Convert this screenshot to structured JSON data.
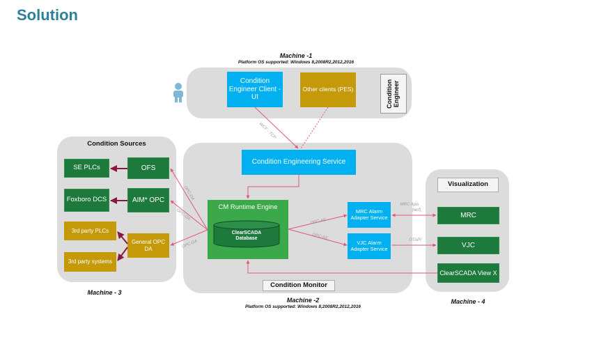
{
  "title": "Solution",
  "machine1": {
    "label": "Machine -1",
    "os_note": "Platform OS supported: Windows 8,2008R2,2012,2016",
    "client_ui": "Condition Engineer Client - UI",
    "other_clients": "Other clients (PES)",
    "side_label": "Condition Engineer"
  },
  "machine2": {
    "label": "Machine -2",
    "os_note": "Platform OS supported: Windows 8,2008R2,2012,2016",
    "panel_title": "Condition Monitor",
    "ces": "Condition Engineering Service",
    "runtime": "CM Runtime Engine",
    "database": "ClearSCADA Database",
    "mrc_adapter": "MRC Alarm Adapter Service",
    "vjc_adapter": "VJC Alarm Adapter Service"
  },
  "machine3": {
    "label": "Machine - 3",
    "panel_title": "Condition Sources",
    "se_plcs": "SE PLCs",
    "ofs": "OFS",
    "foxboro": "Foxboro DCS",
    "aim_opc": "AIM* OPC",
    "third_plcs": "3rd party PLCs",
    "third_systems": "3rd party systems",
    "general_opc": "General OPC DA"
  },
  "machine4": {
    "label": "Machine - 4",
    "panel_title": "Visualization",
    "mrc": "MRC",
    "vjc": "VJC",
    "clearscada_view": "ClearSCADA View X"
  },
  "connections": {
    "wcf": "WCF - TCP",
    "opc_da": "OPC-DA",
    "opc_ae": "OPC-AE",
    "mrc_apis": "MRC Apis (wcf)",
    "otapi": "OTAPI",
    "dot": "."
  },
  "colors": {
    "blue": "#00b0f0",
    "dark_green": "#1e7a3c",
    "light_green": "#3ba94a",
    "gold": "#c49a0a",
    "panel_gray": "#dcdcdc",
    "arrow": "#e0567a",
    "dark_arrow": "#8b1a3a",
    "title": "#2f7f9a"
  },
  "icons": [
    "user-icon"
  ]
}
